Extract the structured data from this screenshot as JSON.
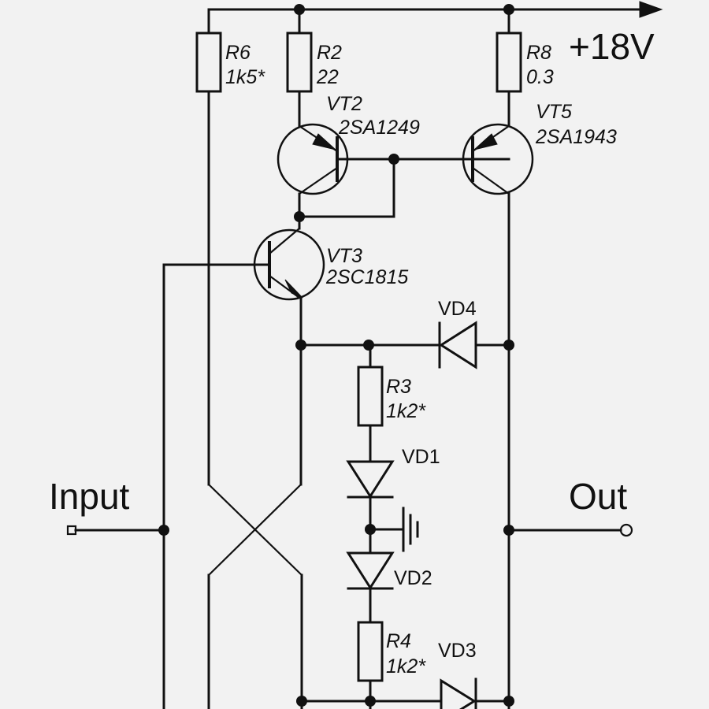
{
  "supply": {
    "label": "+18V"
  },
  "io": {
    "input": "Input",
    "output": "Out"
  },
  "resistors": {
    "r6": {
      "name": "R6",
      "value": "1k5*"
    },
    "r2": {
      "name": "R2",
      "value": "22"
    },
    "r8": {
      "name": "R8",
      "value": "0.3"
    },
    "r3": {
      "name": "R3",
      "value": "1k2*"
    },
    "r4": {
      "name": "R4",
      "value": "1k2*"
    }
  },
  "transistors": {
    "vt2": {
      "name": "VT2",
      "part": "2SA1249"
    },
    "vt5": {
      "name": "VT5",
      "part": "2SA1943"
    },
    "vt3": {
      "name": "VT3",
      "part": "2SC1815"
    }
  },
  "diodes": {
    "vd1": "VD1",
    "vd2": "VD2",
    "vd3": "VD3",
    "vd4": "VD4"
  }
}
